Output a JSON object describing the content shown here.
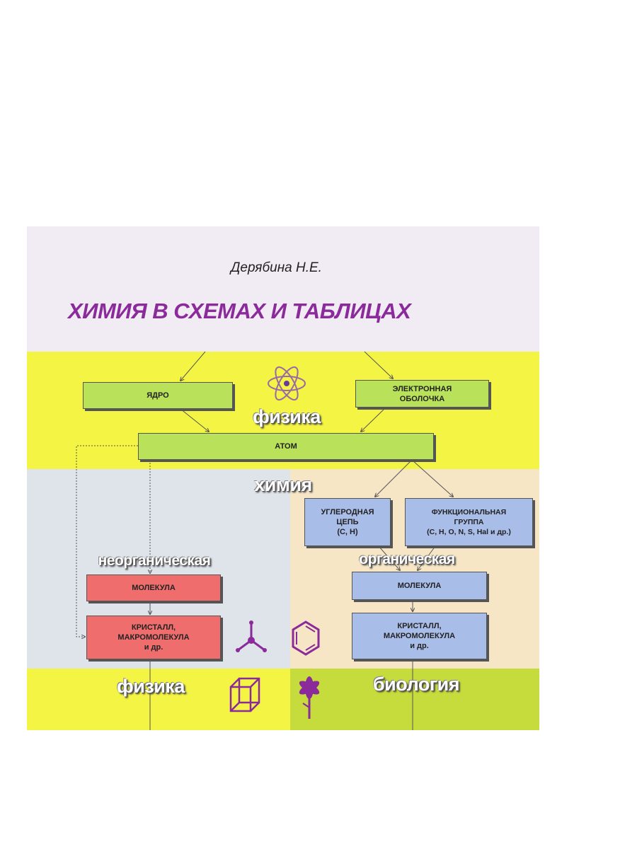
{
  "cover": {
    "author": "Дерябина Н.Е.",
    "title": "ХИМИЯ В СХЕМАХ И ТАБЛИЦАХ"
  },
  "sections": {
    "physics_top": "физика",
    "chemistry": "химия",
    "inorganic": "неорганическая",
    "organic": "органическая",
    "physics_bottom": "физика",
    "biology": "биология"
  },
  "boxes": {
    "nucleus": "ЯДРО",
    "electron_shell": "ЭЛЕКТРОННАЯ\nОБОЛОЧКА",
    "atom": "АТОМ",
    "carbon_chain": "УГЛЕРОДНАЯ\nЦЕПЬ\n(C, H)",
    "functional_group": "ФУНКЦИОНАЛЬНАЯ\nГРУППА\n(C, H, O, N, S, Hal и др.)",
    "inorganic_molecule": "МОЛЕКУЛА",
    "inorganic_crystal": "КРИСТАЛЛ,\nМАКРОМОЛЕКУЛА\nи др.",
    "organic_molecule": "МОЛЕКУЛА",
    "organic_crystal": "КРИСТАЛЛ,\nМАКРОМОЛЕКУЛА\nи др."
  },
  "colors": {
    "title": "#8b2a9b",
    "top_band": "#f1ecf3",
    "physics_band": "#f4f444",
    "inorganic_band": "#dfe4ea",
    "organic_band": "#f6e6c6",
    "biology_band": "#c6dc3c",
    "icon": "#8b2a9b"
  }
}
